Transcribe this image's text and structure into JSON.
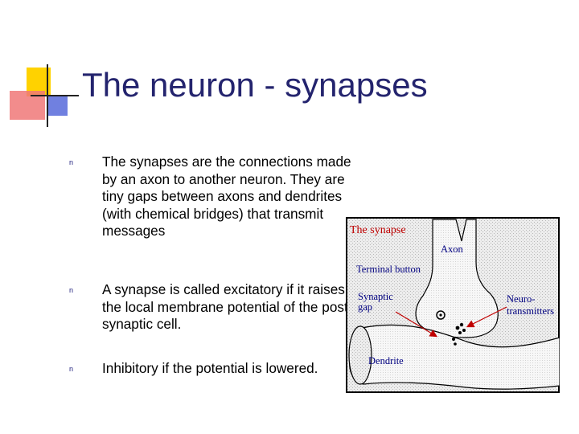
{
  "slide": {
    "title": "The neuron - synapses",
    "bullets": [
      {
        "text": "The synapses are the connections made by an axon to another neuron. They are tiny gaps between axons and dendrites (with chemical bridges) that transmit messages"
      },
      {
        "text": "A synapse is called excitatory if it raises the local membrane potential of the post synaptic cell."
      },
      {
        "text": "Inhibitory if the potential is lowered."
      }
    ],
    "bullet_marker": "n"
  },
  "figure": {
    "title": "The synapse",
    "labels": {
      "axon": "Axon",
      "terminal_button": "Terminal button",
      "synaptic": "Synaptic",
      "gap": "gap",
      "neuro": "Neuro-",
      "transmitters": "transmitters",
      "dendrite": "Dendrite"
    },
    "colors": {
      "title": "#c00000",
      "labels": "#000080",
      "arrows": "#c00000"
    }
  }
}
